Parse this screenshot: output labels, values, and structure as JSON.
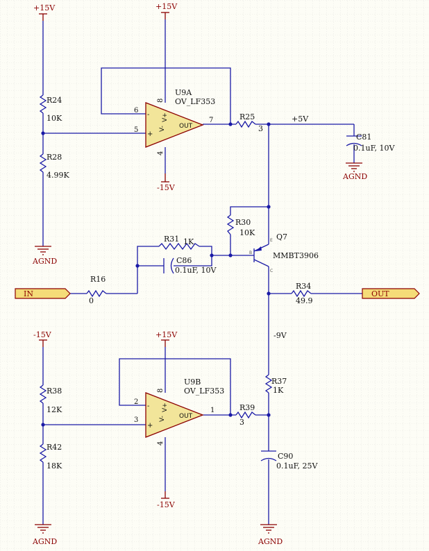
{
  "power": {
    "p15": "+15V",
    "n15": "-15V",
    "p5": "+5V",
    "n9": "-9V",
    "agnd": "AGND"
  },
  "u9a": {
    "ref": "U9A",
    "part": "OV_LF353",
    "pin_out": "7",
    "pin_inv": "6",
    "pin_noninv": "5",
    "pin_vp": "8",
    "pin_vm": "4"
  },
  "u9b": {
    "ref": "U9B",
    "part": "OV_LF353",
    "pin_out": "1",
    "pin_inv": "2",
    "pin_noninv": "3",
    "pin_vp": "8",
    "pin_vm": "4"
  },
  "opamp": {
    "minus": "-",
    "plus": "+",
    "vminus": "V-",
    "vplus": "V+",
    "out": "OUT"
  },
  "r24": {
    "ref": "R24",
    "value": "10K"
  },
  "r28": {
    "ref": "R28",
    "value": "4.99K"
  },
  "r25": {
    "ref": "R25",
    "value": "3"
  },
  "c81": {
    "ref": "C81",
    "value": "0.1uF, 10V"
  },
  "r30": {
    "ref": "R30",
    "value": "10K"
  },
  "q7": {
    "ref": "Q7",
    "part": "MMBT3906",
    "pin_e": "E",
    "pin_b": "B",
    "pin_c": "C"
  },
  "r31": {
    "ref": "R31",
    "value": "1K"
  },
  "c86": {
    "ref": "C86",
    "value": "0.1uF, 10V"
  },
  "r16": {
    "ref": "R16",
    "value": "0"
  },
  "r34": {
    "ref": "R34",
    "value": "49.9"
  },
  "ports": {
    "in": "IN",
    "out": "OUT"
  },
  "r38": {
    "ref": "R38",
    "value": "12K"
  },
  "r42": {
    "ref": "R42",
    "value": "18K"
  },
  "r37": {
    "ref": "R37",
    "value": "1K"
  },
  "r39": {
    "ref": "R39",
    "value": "3"
  },
  "c90": {
    "ref": "C90",
    "value": "0.1uF, 25V"
  },
  "colors": {
    "wire": "#1a1aa6",
    "power": "#8b0000",
    "opamp_fill": "#f2e59a",
    "port_fill": "#f5dc78",
    "grid": "#c9c9c9"
  }
}
